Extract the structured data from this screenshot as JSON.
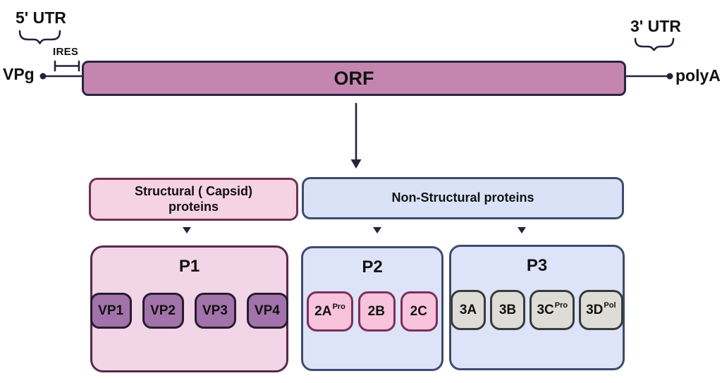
{
  "genome": {
    "utr5_label": "5' UTR",
    "ires_label": "IRES",
    "vpg_label": "VPg",
    "orf_label": "ORF",
    "polya_label": "polyA",
    "utr3_label": "3' UTR"
  },
  "headers": {
    "structural_line1": "Structural ( Capsid)",
    "structural_line2": "proteins",
    "nonstructural": "Non-Structural proteins"
  },
  "groups": [
    {
      "title": "P1",
      "theme": "pink-capsid",
      "chips": [
        {
          "base": "VP1",
          "sup": ""
        },
        {
          "base": "VP2",
          "sup": ""
        },
        {
          "base": "VP3",
          "sup": ""
        },
        {
          "base": "VP4",
          "sup": ""
        }
      ]
    },
    {
      "title": "P2",
      "theme": "lavender",
      "chips": [
        {
          "base": "2A",
          "sup": "Pro"
        },
        {
          "base": "2B",
          "sup": ""
        },
        {
          "base": "2C",
          "sup": ""
        }
      ]
    },
    {
      "title": "P3",
      "theme": "lavender",
      "chips": [
        {
          "base": "3A",
          "sup": ""
        },
        {
          "base": "3B",
          "sup": ""
        },
        {
          "base": "3C",
          "sup": "Pro"
        },
        {
          "base": "3D",
          "sup": "Pol"
        }
      ]
    }
  ],
  "colors": {
    "canvas_bg": "#ffffff",
    "ink": "#111111",
    "line": "#23233b",
    "orf_fill": "#c486af",
    "orf_border": "#2c2342",
    "structural_fill": "#f5d3e3",
    "structural_border": "#703052",
    "nonstructural_fill": "#dae2f8",
    "nonstructural_border": "#3f4b6e",
    "p1_fill": "#f2d5e6",
    "p1_border": "#562a4c",
    "p23_fill": "#dde4f9",
    "p23_border": "#3f4b6e",
    "chip_purple_fill": "#a273ab",
    "chip_purple_border": "#261d30",
    "chip_pink_fill": "#f8c3dc",
    "chip_pink_border": "#7d3059",
    "chip_gray_fill": "#dedcd7",
    "chip_gray_border": "#3a3a38"
  }
}
